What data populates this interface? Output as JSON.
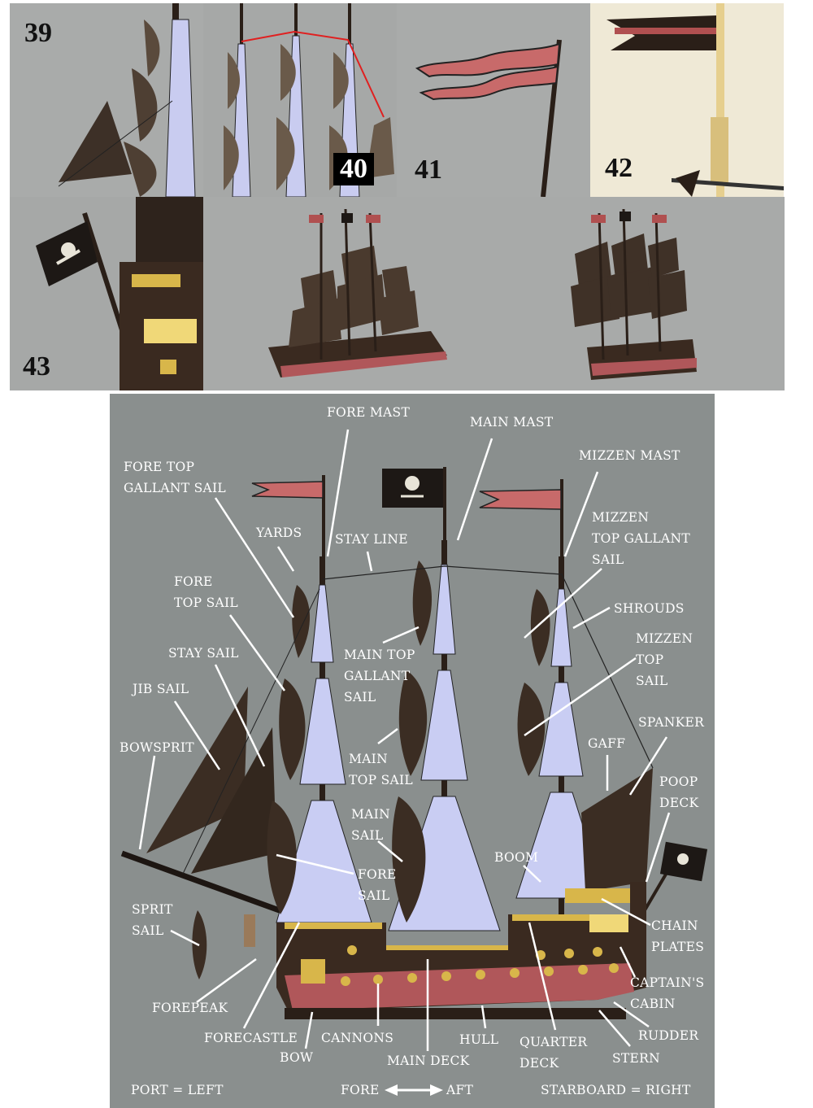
{
  "steps": {
    "s39": "39",
    "s40": "40",
    "s41": "41",
    "s42": "42",
    "s43": "43"
  },
  "labels": {
    "fore_mast": "FORE MAST",
    "main_mast": "MAIN MAST",
    "mizzen_mast": "MIZZEN MAST",
    "fore_top_gallant_sail": "FORE TOP\nGALLANT SAIL",
    "yards": "YARDS",
    "stay_line": "STAY LINE",
    "mizzen_top_gallant_sail": "MIZZEN\nTOP GALLANT\nSAIL",
    "fore_top_sail": "FORE\nTOP SAIL",
    "shrouds": "SHROUDS",
    "stay_sail": "STAY SAIL",
    "main_top_gallant_sail": "MAIN TOP\nGALLANT\nSAIL",
    "mizzen_top_sail": "MIZZEN\nTOP\nSAIL",
    "jib_sail": "JIB SAIL",
    "spanker": "SPANKER",
    "bowsprit": "BOWSPRIT",
    "gaff": "GAFF",
    "main_top_sail": "MAIN\nTOP SAIL",
    "poop_deck": "POOP\nDECK",
    "main_sail": "MAIN\nSAIL",
    "boom": "BOOM",
    "fore_sail": "FORE\nSAIL",
    "sprit_sail": "SPRIT\nSAIL",
    "chain_plates": "CHAIN\nPLATES",
    "captains_cabin": "CAPTAIN'S\nCABIN",
    "forepeak": "FOREPEAK",
    "forecastle": "FORECASTLE",
    "cannons": "CANNONS",
    "hull": "HULL",
    "quarter_deck": "QUARTER\nDECK",
    "rudder": "RUDDER",
    "bow": "BOW",
    "main_deck": "MAIN DECK",
    "stern": "STERN"
  },
  "legend": {
    "port": "PORT = LEFT",
    "fore": "FORE",
    "aft": "AFT",
    "starboard": "STARBOARD = RIGHT"
  },
  "colors": {
    "background": "#8a8f8e",
    "label": "#ffffff",
    "hull_red": "#b0575a",
    "hull_dark": "#3a2a20",
    "sail": "#3b2d23",
    "gold": "#d8b64a",
    "stay_highlight": "#e02020"
  }
}
